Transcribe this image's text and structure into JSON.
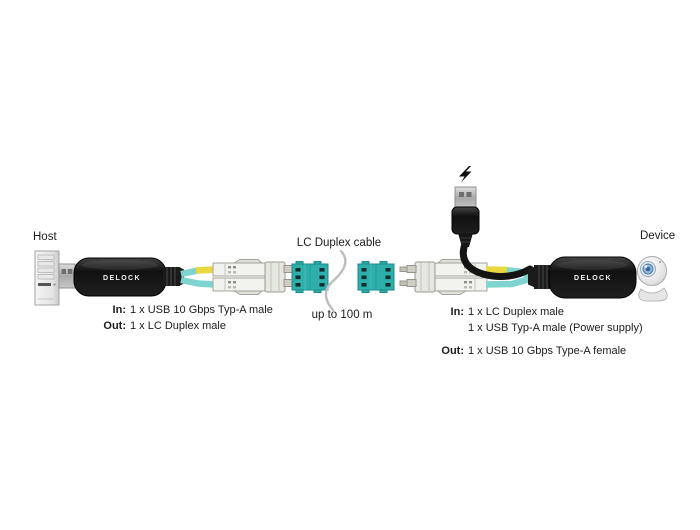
{
  "labels": {
    "host": "Host",
    "device": "Device",
    "cable_type": "LC Duplex cable",
    "max_distance": "up to 100 m"
  },
  "left_end": {
    "in_label": "In:",
    "in_value": "1 x USB 10 Gbps Typ-A male",
    "out_label": "Out:",
    "out_value": "1 x LC Duplex male"
  },
  "right_end": {
    "in_label": "In:",
    "in_value_line1": "1 x LC Duplex male",
    "in_value_line2": "1 x USB Typ-A male (Power supply)",
    "out_label": "Out:",
    "out_value": "1 x USB 10 Gbps Type-A female"
  },
  "branding": {
    "adapter_logo": "DELOCK"
  },
  "icons": {
    "host_icon": "computer-tower-icon",
    "device_icon": "webcam-icon",
    "power_icon": "lightning-bolt-icon",
    "cable_break_icon": "cable-break-squiggle"
  },
  "colors": {
    "fiber_aqua": "#7FD4CF",
    "fiber_yellow": "#EBD83F",
    "coupler_teal": "#2FAFAC",
    "connector_body": "#F2F2EF",
    "adapter_black": "#141414",
    "background": "#FFFFFF"
  }
}
